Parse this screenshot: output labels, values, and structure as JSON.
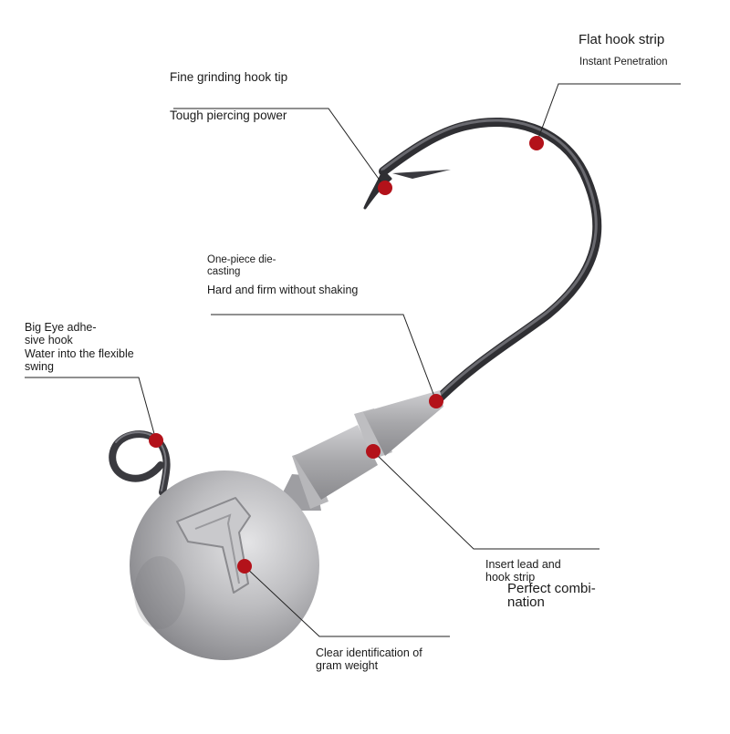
{
  "annotations": {
    "hook_tip": {
      "line1": "Fine grinding hook tip",
      "line2": "Tough piercing power"
    },
    "flat_strip": {
      "title": "Flat hook strip",
      "subtitle": "Instant Penetration"
    },
    "die_casting": {
      "title": "One-piece die-\ncasting",
      "subtitle": "Hard and firm without shaking"
    },
    "big_eye": {
      "title": "Big Eye adhe-\nsive hook",
      "subtitle": "Water into the flexible\nswing"
    },
    "insert_lead": {
      "title": "Insert lead and\nhook strip",
      "subtitle": "Perfect combi-\nnation"
    },
    "gram_weight": {
      "text": "Clear identification of\ngram weight"
    }
  },
  "head_mark": "7",
  "colors": {
    "marker": "#b3121a",
    "hook": "#3b3b3f",
    "lead": "#a9a9ab",
    "leader": "#222222"
  }
}
